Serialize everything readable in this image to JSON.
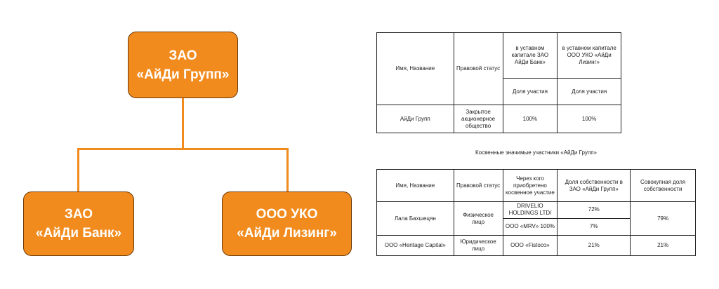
{
  "diagram": {
    "parent": {
      "line1": "ЗАО",
      "line2": "«АйДи Групп»"
    },
    "children": [
      {
        "line1": "ЗАО",
        "line2": "«АйДи Банк»"
      },
      {
        "line1": "ООО УКО",
        "line2": "«АйДи Лизинг»"
      }
    ],
    "colors": {
      "box_fill": "#f28b1e",
      "box_border": "#6b3a06",
      "connector": "#f28b1e",
      "text": "#ffffff"
    }
  },
  "table1": {
    "header": {
      "name": "Имя, Название",
      "status": "Правовой статус",
      "bank_capital": "в уставном капитале ЗАО АйДи Банк»",
      "leasing_capital": "в уставном капитале ООО УКО «АйДи Лизинг»",
      "share_bank": "Доля участия",
      "share_leasing": "Доля участия"
    },
    "row": {
      "name": "АйДи Групп",
      "status": "Закрытое акционерное общество",
      "bank_share": "100%",
      "leasing_share": "100%"
    }
  },
  "caption": "Косвенные значимые участники «АйДи Групп»",
  "table2": {
    "header": {
      "name": "Имя, Название",
      "status": "Правовой статус",
      "through": "Через кого приобретено косвенное участие",
      "share": "Доля собственности в ЗАО «АйДи Групп»",
      "total": "Совокупная доля собственности"
    },
    "rows": [
      {
        "name": "Лала Бахшецян",
        "status": "Физическое лицо",
        "via1": "DRIVELIO HOLDINGS LTD/",
        "share1": "72%",
        "via2": "ООО «MRV» 100%",
        "share2": "7%",
        "total": "79%"
      },
      {
        "name": "ООО «Heritage Capital»",
        "status": "Юридическое лицо",
        "via": "ООО «Fistoco»",
        "share": "21%",
        "total": "21%"
      }
    ]
  }
}
